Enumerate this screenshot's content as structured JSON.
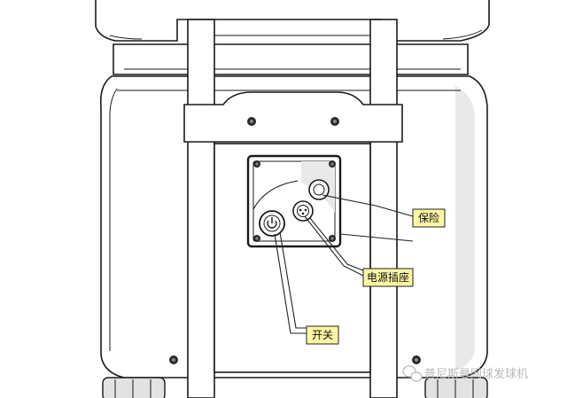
{
  "callouts": {
    "fuse": "保险",
    "power_socket": "电源插座",
    "switch": "开关"
  },
  "watermark": {
    "text": "普尼斯曼网球发球机",
    "icon": "wechat-icon"
  },
  "colors": {
    "callout_fill": "#fdf6a3",
    "line": "#1a1a1a",
    "panel": "#ffffff"
  }
}
